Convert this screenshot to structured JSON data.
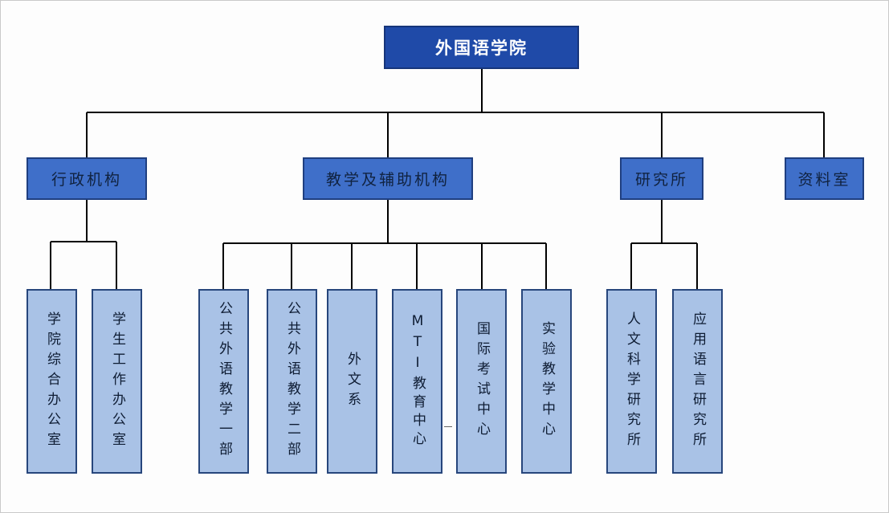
{
  "root": {
    "label": "外国语学院"
  },
  "level1": [
    {
      "label": "行政机构"
    },
    {
      "label": "教学及辅助机构"
    },
    {
      "label": "研究所"
    },
    {
      "label": "资料室"
    }
  ],
  "admin": [
    {
      "label": "学院综合办公室"
    },
    {
      "label": "学生工作办公室"
    }
  ],
  "teaching": [
    {
      "label": "公共外语教学一部"
    },
    {
      "label": "公共外语教学二部"
    },
    {
      "label": "外文系"
    },
    {
      "label": "MTI教育中心"
    },
    {
      "label": "国际考试中心"
    },
    {
      "label": "实验教学中心"
    }
  ],
  "research": [
    {
      "label": "人文科学研究所"
    },
    {
      "label": "应用语言研究所"
    }
  ],
  "colors": {
    "root_fill": "#1f4aa8",
    "level1_fill": "#3f6fc9",
    "leaf_fill": "#a9c2e6",
    "line": "#000000"
  }
}
